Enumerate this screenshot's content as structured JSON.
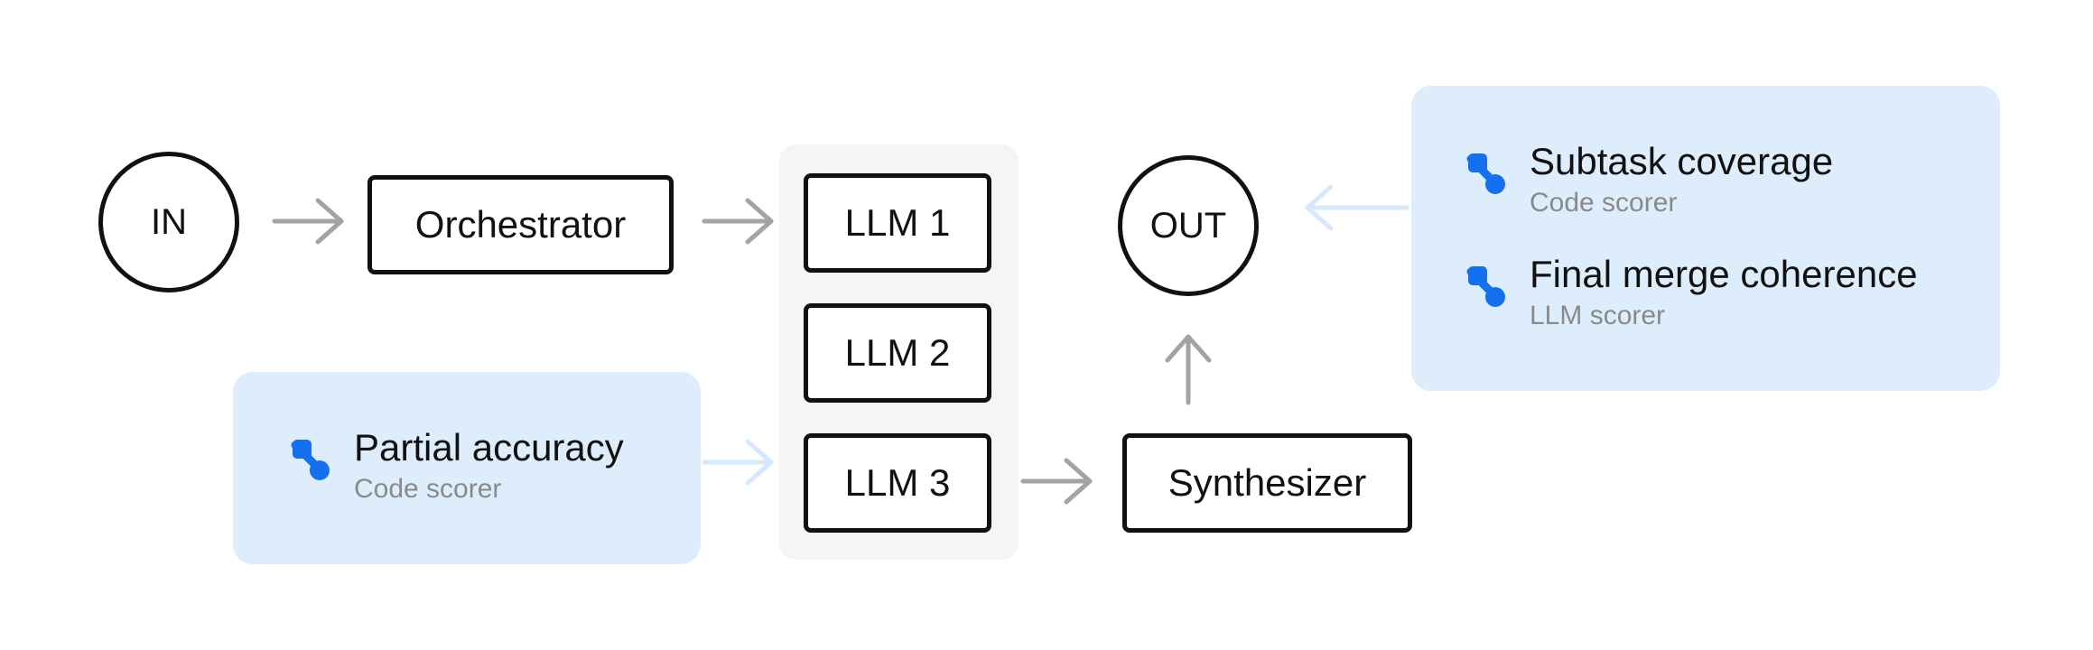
{
  "diagram": {
    "nodes": {
      "input": "IN",
      "orchestrator": "Orchestrator",
      "llm_1": "LLM 1",
      "llm_2": "LLM 2",
      "llm_3": "LLM 3",
      "synthesizer": "Synthesizer",
      "output": "OUT"
    },
    "scorers": {
      "partial_accuracy": {
        "name": "Partial accuracy",
        "type": "Code scorer"
      },
      "subtask_coverage": {
        "name": "Subtask coverage",
        "type": "Code scorer"
      },
      "final_merge_coherence": {
        "name": "Final merge coherence",
        "type": "LLM scorer"
      }
    }
  },
  "colors": {
    "node_border": "#111111",
    "arrow": "#a3a3a3",
    "scorer_arrow": "#d6e8fb",
    "scorer_panel": "#deedfc",
    "parallel_group": "#f5f5f5",
    "scorer_icon": "#1570ef",
    "subtext": "#8a8a8a"
  },
  "icons": {
    "scorer_icon": "percent-icon"
  }
}
